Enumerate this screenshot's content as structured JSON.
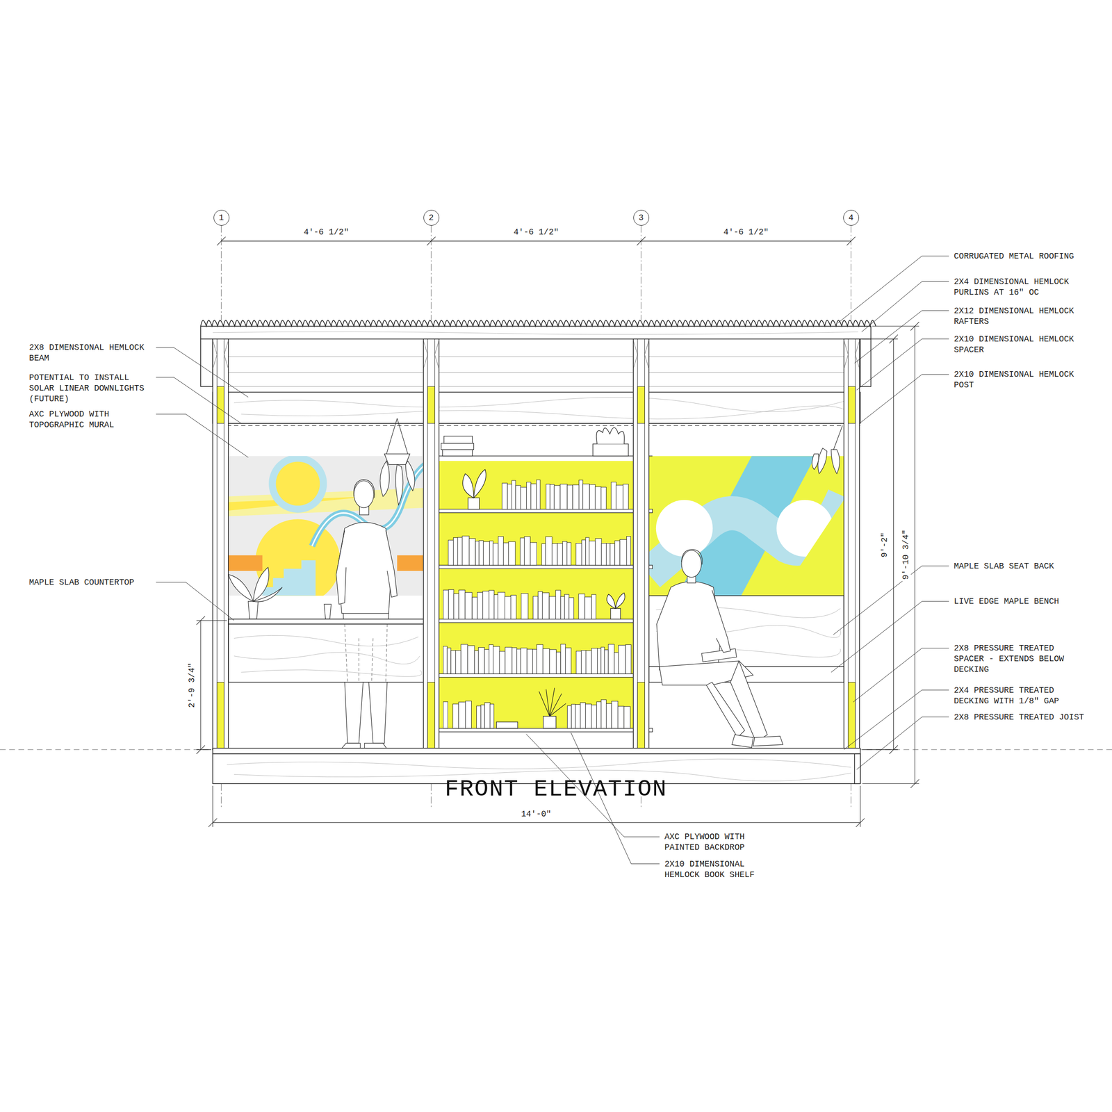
{
  "diagram": {
    "title": "FRONT ELEVATION",
    "nodes": [
      {
        "text": [
          "1"
        ]
      },
      {
        "text": [
          "2"
        ]
      },
      {
        "text": [
          "3"
        ]
      },
      {
        "text": [
          "4"
        ]
      }
    ],
    "labels": [
      "4'-6 1/2\"",
      "4'-6 1/2\"",
      "4'-6 1/2\"",
      "CORRUGATED METAL ROOFING",
      "2X4 DIMENSIONAL HEMLOCK PURLINS AT 16\" OC",
      "2X12 DIMENSIONAL HEMLOCK RAFTERS",
      "2X10 DIMENSIONAL HEMLOCK SPACER",
      "2X10 DIMENSIONAL HEMLOCK POST",
      "2X8 DIMENSIONAL HEMLOCK BEAM",
      "POTENTIAL TO INSTALL SOLAR LINEAR DOWNLIGHTS (FUTURE)",
      "AXC PLYWOOD WITH TOPOGRAPHIC MURAL",
      "MAPLE SLAB COUNTERTOP",
      "9'-2\"",
      "9'-10 3/4\"",
      "MAPLE SLAB SEAT BACK",
      "LIVE EDGE MAPLE BENCH",
      "2'-9 3/4\"",
      "2X8 PRESSURE TREATED SPACER - EXTENDS BELOW DECKING",
      "2X4 PRESSURE TREATED DECKING WITH 1/8\" GAP",
      "2X8 PRESSURE TREATED JOIST",
      "14'-0\"",
      "AXC PLYWOOD WITH PAINTED BACKDROP",
      "2X10 DIMENSIONAL HEMLOCK BOOK SHELF"
    ]
  }
}
